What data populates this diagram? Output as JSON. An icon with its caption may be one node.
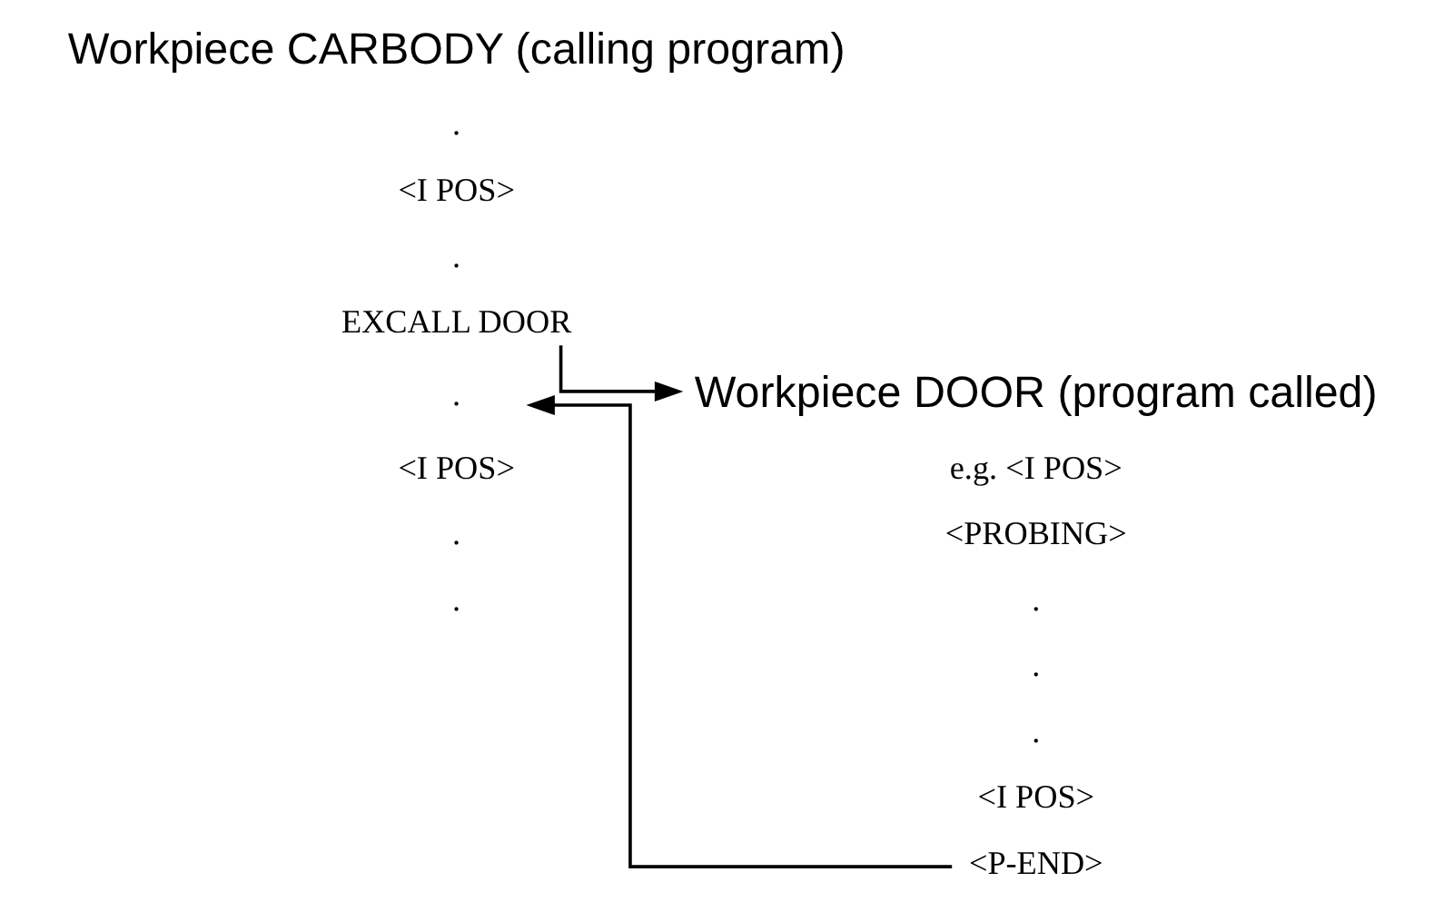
{
  "diagram": {
    "nodes": [
      {
        "text": [
          "Workpiece CARBODY (calling program)"
        ]
      },
      {
        "text": [
          "."
        ]
      },
      {
        "text": [
          "<I POS>"
        ]
      },
      {
        "text": [
          "."
        ]
      },
      {
        "text": [
          "EXCALL DOOR"
        ]
      },
      {
        "text": [
          "."
        ]
      },
      {
        "text": [
          "<I POS>"
        ]
      },
      {
        "text": [
          "."
        ]
      },
      {
        "text": [
          "."
        ]
      },
      {
        "text": [
          "Workpiece DOOR (program called)"
        ]
      },
      {
        "text": [
          "e.g. <I POS>"
        ]
      },
      {
        "text": [
          "<PROBING>"
        ]
      },
      {
        "text": [
          "."
        ]
      },
      {
        "text": [
          "."
        ]
      },
      {
        "text": [
          "."
        ]
      },
      {
        "text": [
          "<I POS>"
        ]
      },
      {
        "text": [
          "<P-END>"
        ]
      }
    ],
    "edges": [
      {
        "from": 4,
        "to": 9,
        "arrow": "to"
      },
      {
        "from": 16,
        "to": 5,
        "arrow": "to"
      }
    ]
  }
}
